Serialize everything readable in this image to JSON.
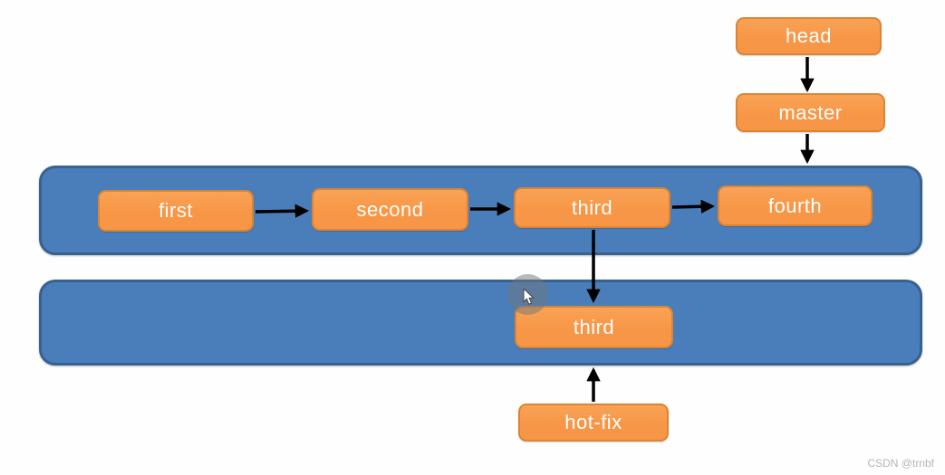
{
  "diagram": {
    "nodes": {
      "head": {
        "label": "head"
      },
      "master": {
        "label": "master"
      },
      "first": {
        "label": "first"
      },
      "second": {
        "label": "second"
      },
      "third_top": {
        "label": "third"
      },
      "fourth": {
        "label": "fourth"
      },
      "third_bottom": {
        "label": "third"
      },
      "hotfix": {
        "label": "hot-fix"
      }
    },
    "colors": {
      "node_fill": "#F79646",
      "node_border": "#DB8434",
      "bar_fill": "#4A7EBB",
      "bar_border": "#38618F",
      "arrow": "#000000",
      "text": "#FFFFFF"
    }
  },
  "watermark": {
    "text": "CSDN @trnbf"
  }
}
